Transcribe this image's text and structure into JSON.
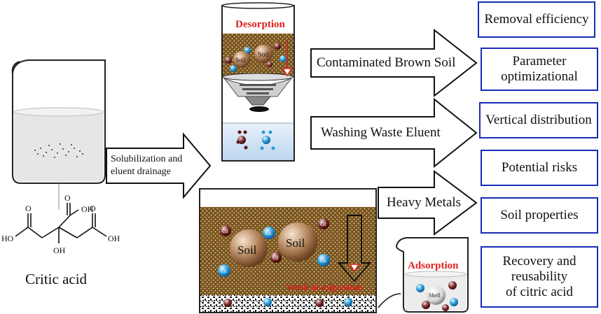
{
  "labels": {
    "critic_acid": "Critic acid",
    "desorption": "Desorption",
    "adsorption": "Adsorption",
    "vertical_migration": "Vertical migration",
    "solubilization": "Solubilization and\neluent drainage"
  },
  "arrows": {
    "brown_soil": "Contaminated Brown Soil",
    "waste_eluent": "Washing Waste Eluent",
    "heavy_metals": "Heavy Metals"
  },
  "boxes": {
    "removal_efficiency": "Removal efficiency",
    "parameter_opt": "Parameter\noptimizational",
    "vertical_distribution": "Vertical distribution",
    "potential_risks": "Potential risks",
    "soil_properties": "Soil properties",
    "recovery": "Recovery and\nreusability\nof citric acid"
  },
  "particles": {
    "soil": "Soil",
    "cd": "Cd",
    "cu": "Cu",
    "shell": "Shell"
  },
  "molecule": {
    "oh": "OH",
    "ho": "HO",
    "o": "O"
  },
  "colors": {
    "box_border": "#1a2bb8",
    "soil_fill": "#6b4a1c",
    "red_label": "#e02020",
    "water": "#cfe3f5"
  }
}
